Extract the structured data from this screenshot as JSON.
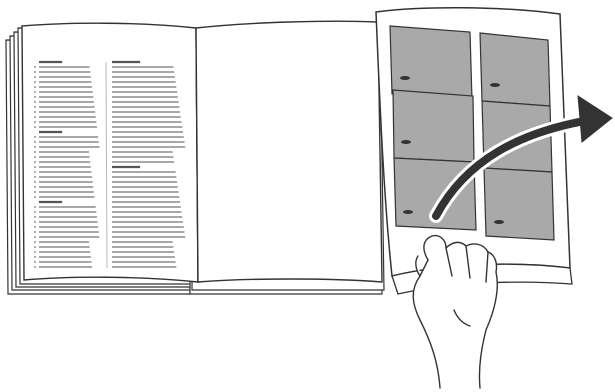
{
  "figure": {
    "kind": "instruction-illustration",
    "line_color": "#333333",
    "page_color": "#ffffff",
    "text_line_color": "#8c8c8c",
    "tile_color": "#a9a9a9",
    "tab_color": "#cfcfcf"
  },
  "book": {
    "left_column_heading_count": 3,
    "right_column_heading_count": 2,
    "fold_out_tiles": 6
  },
  "icons": {
    "arrow": "curved-arrow-icon",
    "hand": "hand-icon"
  }
}
